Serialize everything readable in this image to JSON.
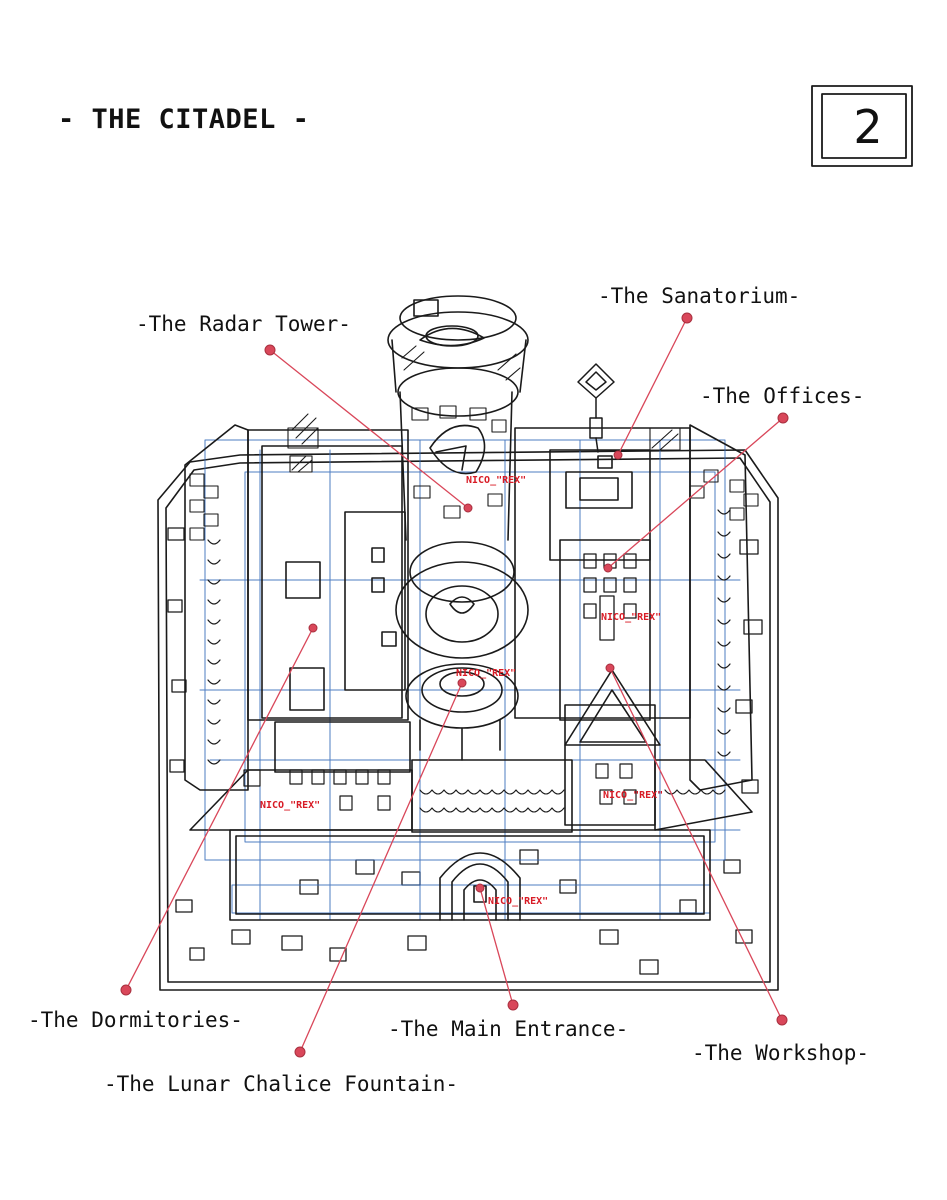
{
  "title": "- THE CITADEL -",
  "page_number": "2",
  "locations": [
    {
      "id": "radar-tower",
      "label": "-The Radar Tower-"
    },
    {
      "id": "sanatorium",
      "label": "-The Sanatorium-"
    },
    {
      "id": "offices",
      "label": "-The Offices-"
    },
    {
      "id": "dormitories",
      "label": "-The Dormitories-"
    },
    {
      "id": "main-entrance",
      "label": "-The Main Entrance-"
    },
    {
      "id": "workshop",
      "label": "-The Workshop-"
    },
    {
      "id": "lunar-chalice-fountain",
      "label": "-The Lunar Chalice Fountain-"
    }
  ],
  "signature": "NICO_\"REX\"",
  "colors": {
    "ink": "#1a1a1a",
    "blue_ink": "#2f66b8",
    "pin": "#d9475a",
    "signature": "#d81b25"
  }
}
